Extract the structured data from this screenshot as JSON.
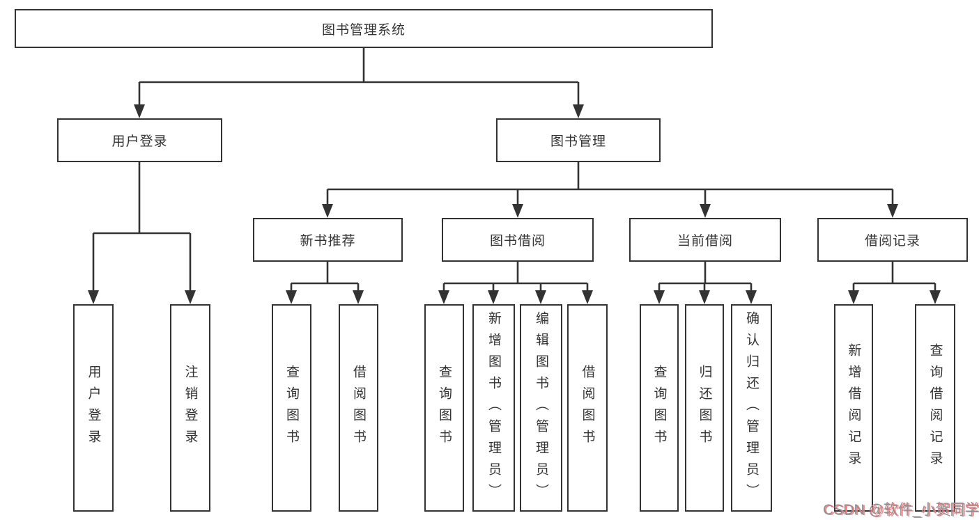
{
  "tree": {
    "root": {
      "label": "图书管理系统",
      "children": [
        {
          "label": "用户登录",
          "children": [
            {
              "label": "用户登录"
            },
            {
              "label": "注销登录"
            }
          ]
        },
        {
          "label": "图书管理",
          "children": [
            {
              "label": "新书推荐",
              "children": [
                {
                  "label": "查询图书"
                },
                {
                  "label": "借阅图书"
                }
              ]
            },
            {
              "label": "图书借阅",
              "children": [
                {
                  "label": "查询图书"
                },
                {
                  "label": "新增图书（管理员）"
                },
                {
                  "label": "编辑图书（管理员）"
                },
                {
                  "label": "借阅图书"
                }
              ]
            },
            {
              "label": "当前借阅",
              "children": [
                {
                  "label": "查询图书"
                },
                {
                  "label": "归还图书"
                },
                {
                  "label": "确认归还（管理员）"
                }
              ]
            },
            {
              "label": "借阅记录",
              "children": [
                {
                  "label": "新增借阅记录"
                },
                {
                  "label": "查询借阅记录"
                }
              ]
            }
          ]
        }
      ]
    }
  },
  "watermark": {
    "text": "CSDN @软件_小贺同学"
  },
  "colors": {
    "line": "#333333",
    "border": "#333333",
    "text": "#333333",
    "background": "#ffffff",
    "watermark_text": "#8f9095",
    "watermark_shadow": "#ff7a7a"
  }
}
